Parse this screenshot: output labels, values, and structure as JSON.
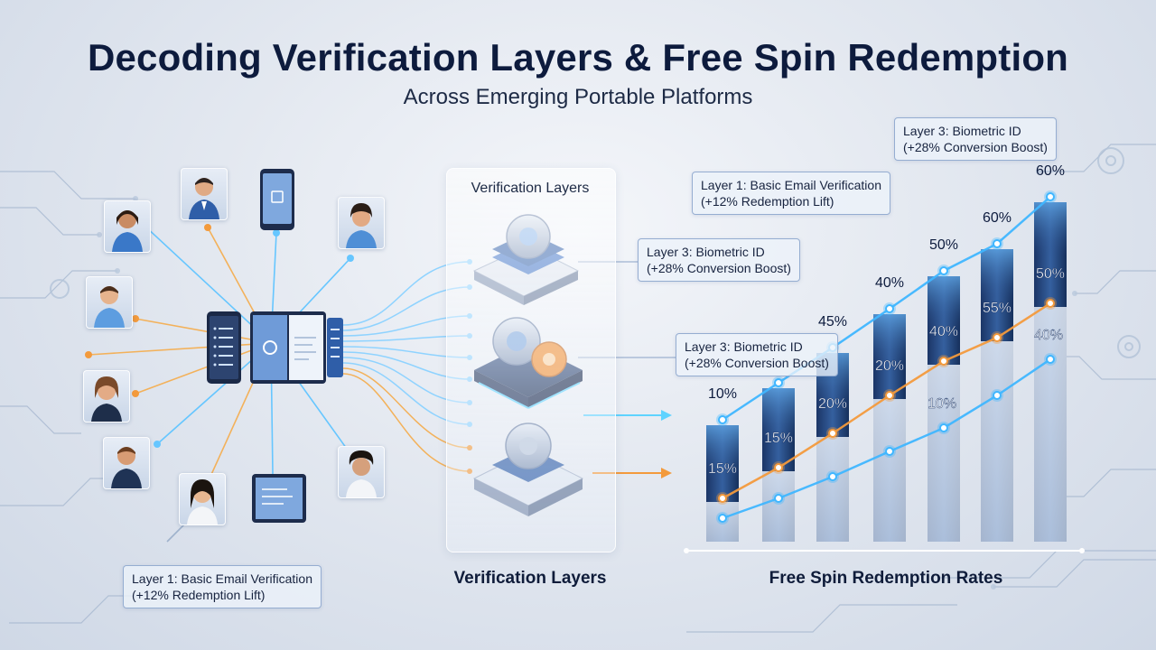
{
  "header": {
    "title": "Decoding Verification Layers & Free Spin Redemption",
    "subtitle": "Across Emerging Portable Platforms"
  },
  "layers_panel": {
    "title": "Verification Layers",
    "caption": "Verification Layers"
  },
  "chart_section": {
    "caption": "Free Spin Redemption Rates"
  },
  "callouts": {
    "bottom_left": {
      "line1": "Layer 1: Basic Email Verification",
      "line2": "(+12% Redemption Lift)"
    },
    "mid_top": {
      "line1": "Layer 3: Biometric ID",
      "line2": "(+28% Conversion Boost)"
    },
    "mid_bottom": {
      "line1": "Layer 3: Biometric ID",
      "line2": "(+28% Conversion Boost)"
    },
    "chart_left": {
      "line1": "Layer 1: Basic Email Verification",
      "line2": "(+12% Redemption Lift)"
    },
    "chart_right": {
      "line1": "Layer 3: Biometric ID",
      "line2": "(+28% Conversion Boost)"
    }
  },
  "colors": {
    "navy": "#0d1b3d",
    "bar_blue": "#2b4f8c",
    "line_blue": "#3fb6ff",
    "line_orange": "#f39a3c",
    "accent_cyan": "#5fd3ff"
  },
  "icons": [
    "person-avatar-icon",
    "tablet-icon",
    "phone-icon",
    "gear-stack-icon",
    "arrow-right-icon"
  ],
  "chart_data": {
    "type": "bar",
    "categories": [
      "",
      "",
      "",
      "",
      "",
      "",
      ""
    ],
    "bars": [
      0.18,
      0.24,
      0.31,
      0.36,
      0.41,
      0.45,
      0.53
    ],
    "series": [
      {
        "values": [
          10,
          null,
          45,
          40,
          50,
          60,
          60
        ],
        "labels": [
          "10%",
          "",
          "45%",
          "40%",
          "50%",
          "60%",
          "60%"
        ]
      },
      {
        "values": [
          15,
          15,
          20,
          20,
          40,
          55,
          50
        ],
        "labels": [
          "15%",
          "15%",
          "20%",
          "20%",
          "40%",
          "55%",
          "50%"
        ]
      },
      {
        "values": [
          null,
          null,
          null,
          null,
          10,
          null,
          40
        ],
        "labels": [
          "",
          "",
          "",
          "",
          "10%",
          "",
          "40%"
        ]
      }
    ]
  }
}
